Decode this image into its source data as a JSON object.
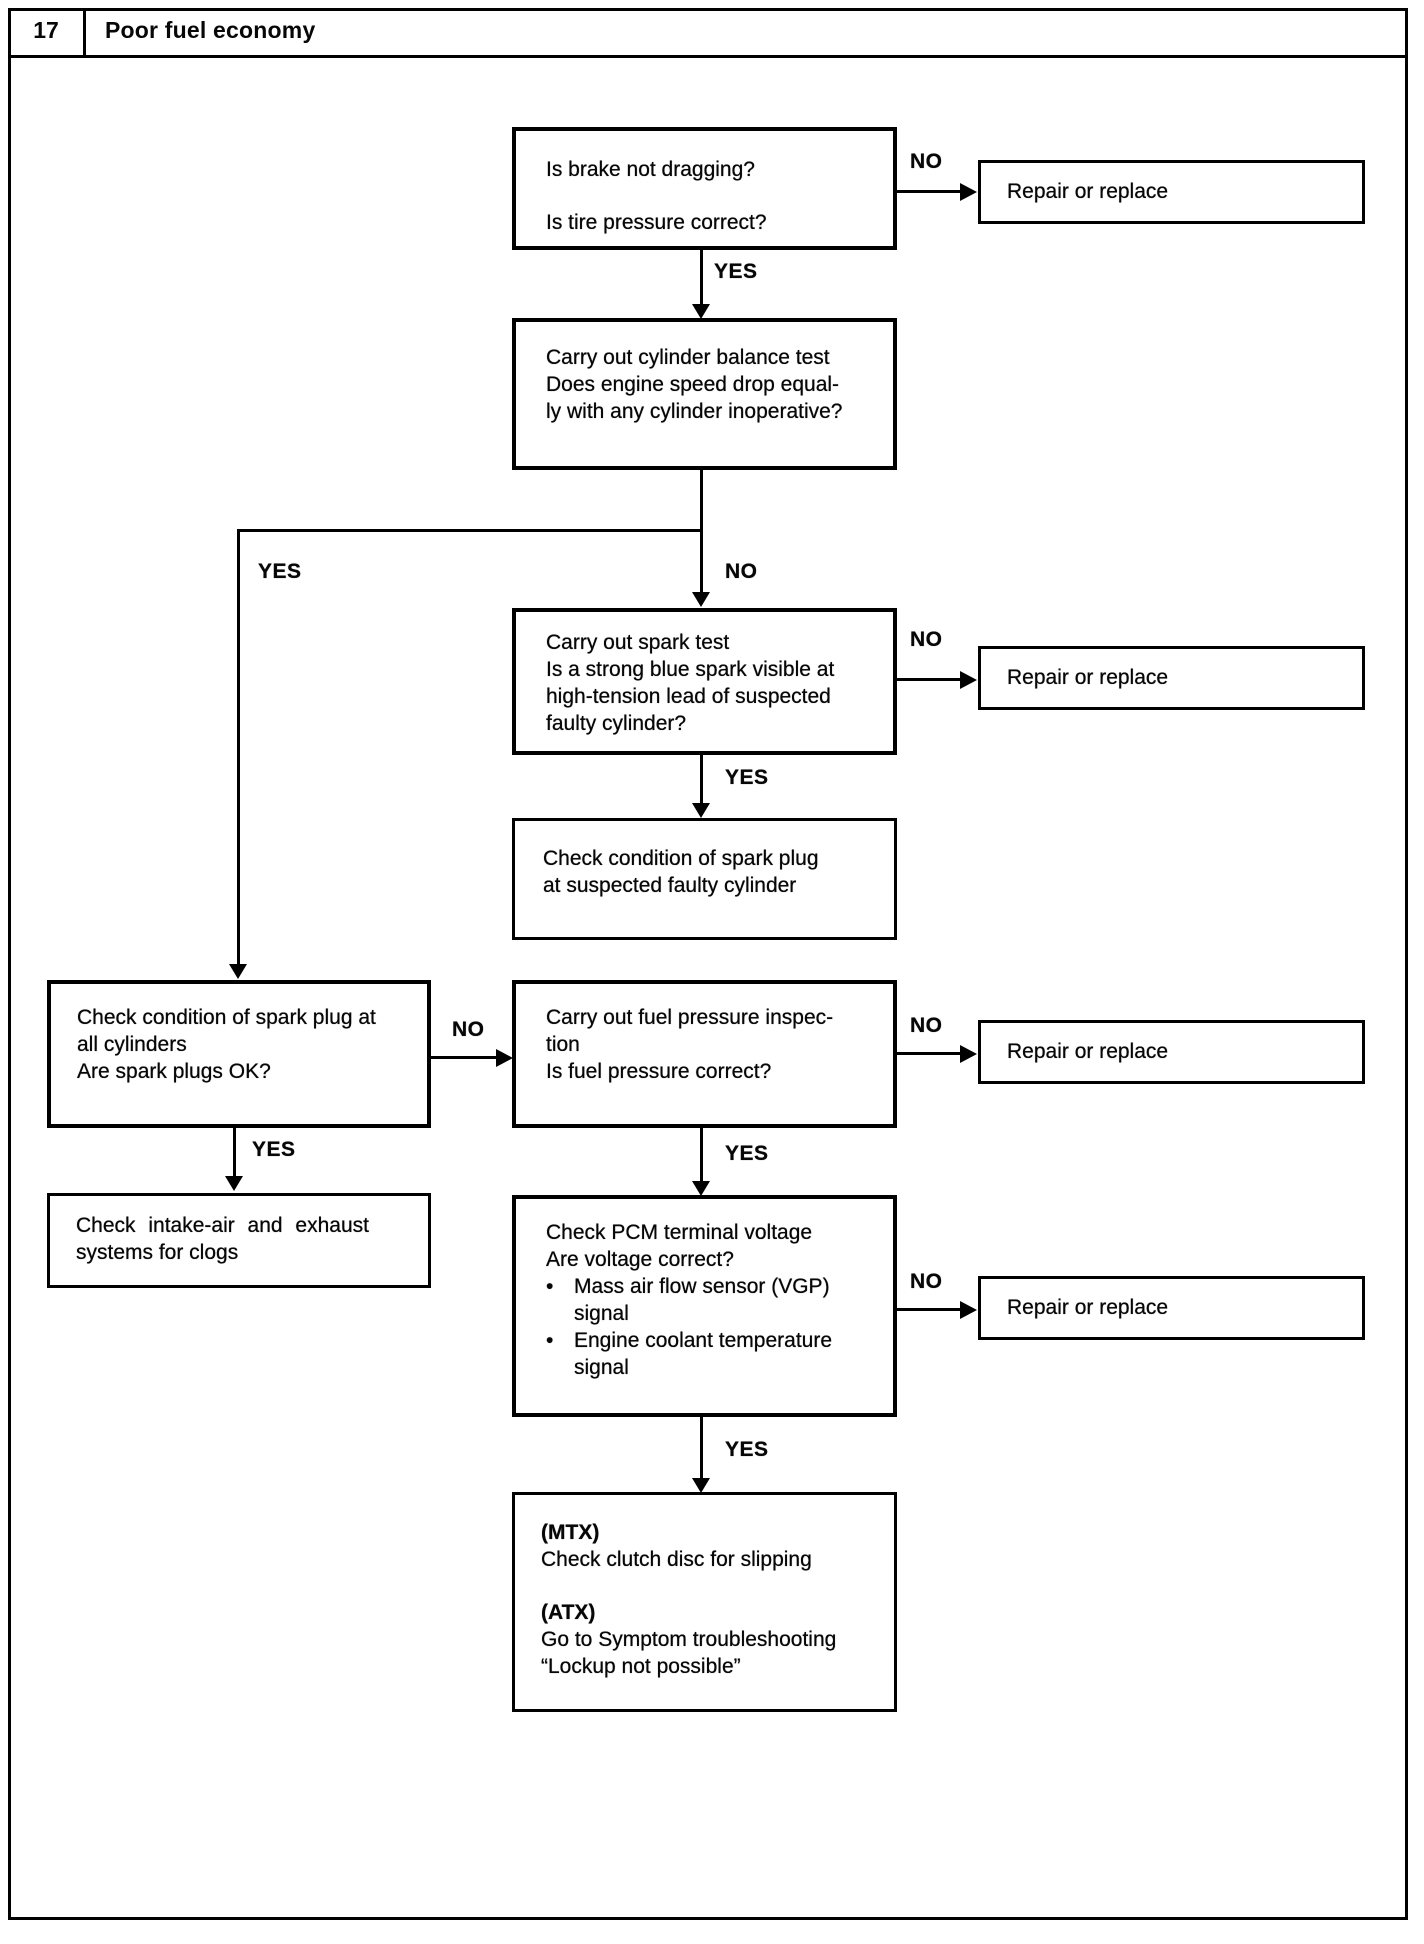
{
  "page": {
    "number": "17",
    "title": "Poor fuel economy"
  },
  "labels": {
    "yes": "YES",
    "no": "NO"
  },
  "repair_label": "Repair or replace",
  "glyphs": {
    "bullet": "•"
  },
  "colors": {
    "ink": "#000000",
    "paper": "#ffffff"
  },
  "nodes": {
    "brake_tire": {
      "lines": [
        "Is brake not dragging?",
        "Is tire pressure correct?"
      ]
    },
    "cylinder_balance": {
      "lines": [
        "Carry out cylinder balance test",
        "Does engine speed drop equal-",
        "ly with any cylinder inoperative?"
      ]
    },
    "spark_test": {
      "lines": [
        "Carry out spark test",
        "Is a strong blue spark visible at",
        "high-tension lead of suspected",
        "faulty cylinder?"
      ]
    },
    "plug_suspected": {
      "lines": [
        "Check condition of spark plug",
        "at suspected faulty cylinder"
      ]
    },
    "plugs_all": {
      "lines": [
        "Check condition of spark plug at",
        "all cylinders",
        "Are spark plugs OK?"
      ]
    },
    "fuel_pressure": {
      "lines": [
        "Carry out fuel pressure inspec-",
        "tion",
        "Is fuel pressure correct?"
      ]
    },
    "intake_exhaust": {
      "lines": [
        "Check intake-air and exhaust",
        "systems for clogs"
      ]
    },
    "pcm_voltage": {
      "lines": [
        "Check PCM terminal voltage",
        "Are voltage correct?"
      ],
      "bullets": [
        [
          "Mass air flow sensor (VGP)",
          "signal"
        ],
        [
          "Engine coolant temperature",
          "signal"
        ]
      ]
    },
    "transmission": {
      "lines": [
        "(MTX)",
        "Check clutch disc for slipping",
        "(ATX)",
        "Go to Symptom troubleshooting",
        "“Lockup not possible”"
      ]
    }
  }
}
